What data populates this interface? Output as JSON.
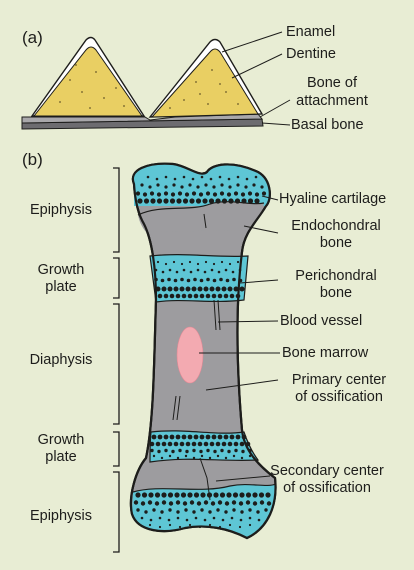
{
  "panel_a": {
    "tag": "(a)",
    "labels": {
      "enamel": "Enamel",
      "dentine": "Dentine",
      "bone_of_attachment_1": "Bone of",
      "bone_of_attachment_2": "attachment",
      "basal_bone": "Basal bone"
    }
  },
  "panel_b": {
    "tag": "(b)",
    "brackets": {
      "epiphysis_top": "Epiphysis",
      "growth_plate_top_1": "Growth",
      "growth_plate_top_2": "plate",
      "diaphysis": "Diaphysis",
      "growth_plate_bottom_1": "Growth",
      "growth_plate_bottom_2": "plate",
      "epiphysis_bottom": "Epiphysis"
    },
    "labels": {
      "hyaline_cartilage": "Hyaline cartilage",
      "endochondral_1": "Endochondral",
      "endochondral_2": "bone",
      "perichondral_1": "Perichondral",
      "perichondral_2": "bone",
      "blood_vessel": "Blood vessel",
      "bone_marrow": "Bone marrow",
      "primary_1": "Primary center",
      "primary_2": "of ossification",
      "secondary_1": "Secondary center",
      "secondary_2": "of ossification"
    }
  },
  "colors": {
    "background": "#e8edd4",
    "dentine": "#e9cf63",
    "enamel": "#ffffff",
    "bone": "#9d9c9f",
    "cartilage": "#5ec6d5",
    "marrow": "#f3aab1",
    "outline": "#1d1d1b"
  }
}
